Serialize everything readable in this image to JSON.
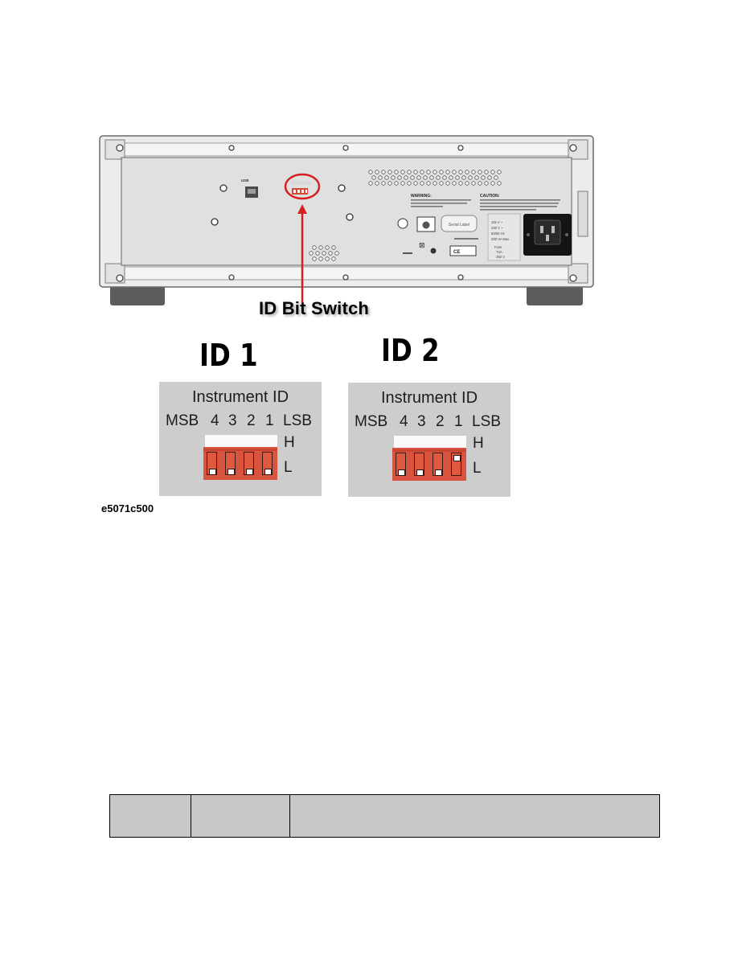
{
  "figure": {
    "callout_label": "ID Bit Switch",
    "caption": "e5071c500",
    "rear_panel": {
      "usb_label": "USB",
      "warning_title": "WARNING:",
      "caution_title": "CAUTION:",
      "serial_label": "Serial Label",
      "power_ratings": [
        "115 V ~",
        "230 V ~",
        "50/60 Hz",
        "200 VA Max"
      ],
      "fuse_ratings": [
        "Fuse",
        "T3A",
        "250 V"
      ]
    }
  },
  "id_panels": [
    {
      "heading": "ID 1",
      "title": "Instrument ID",
      "msb": "MSB",
      "lsb": "LSB",
      "bits": [
        "4",
        "3",
        "2",
        "1"
      ],
      "high_label": "H",
      "low_label": "L",
      "switch_states": [
        "L",
        "L",
        "L",
        "L"
      ]
    },
    {
      "heading": "ID 2",
      "title": "Instrument ID",
      "msb": "MSB",
      "lsb": "LSB",
      "bits": [
        "4",
        "3",
        "2",
        "1"
      ],
      "high_label": "H",
      "low_label": "L",
      "switch_states": [
        "L",
        "L",
        "L",
        "H"
      ]
    }
  ],
  "colors": {
    "callout_red": "#d6201f",
    "switch_red": "#d9543f",
    "panel_gray": "#cdcdcd",
    "table_fill": "#c7c7c7"
  },
  "table": {
    "rows": [
      [
        "",
        "",
        ""
      ]
    ]
  }
}
